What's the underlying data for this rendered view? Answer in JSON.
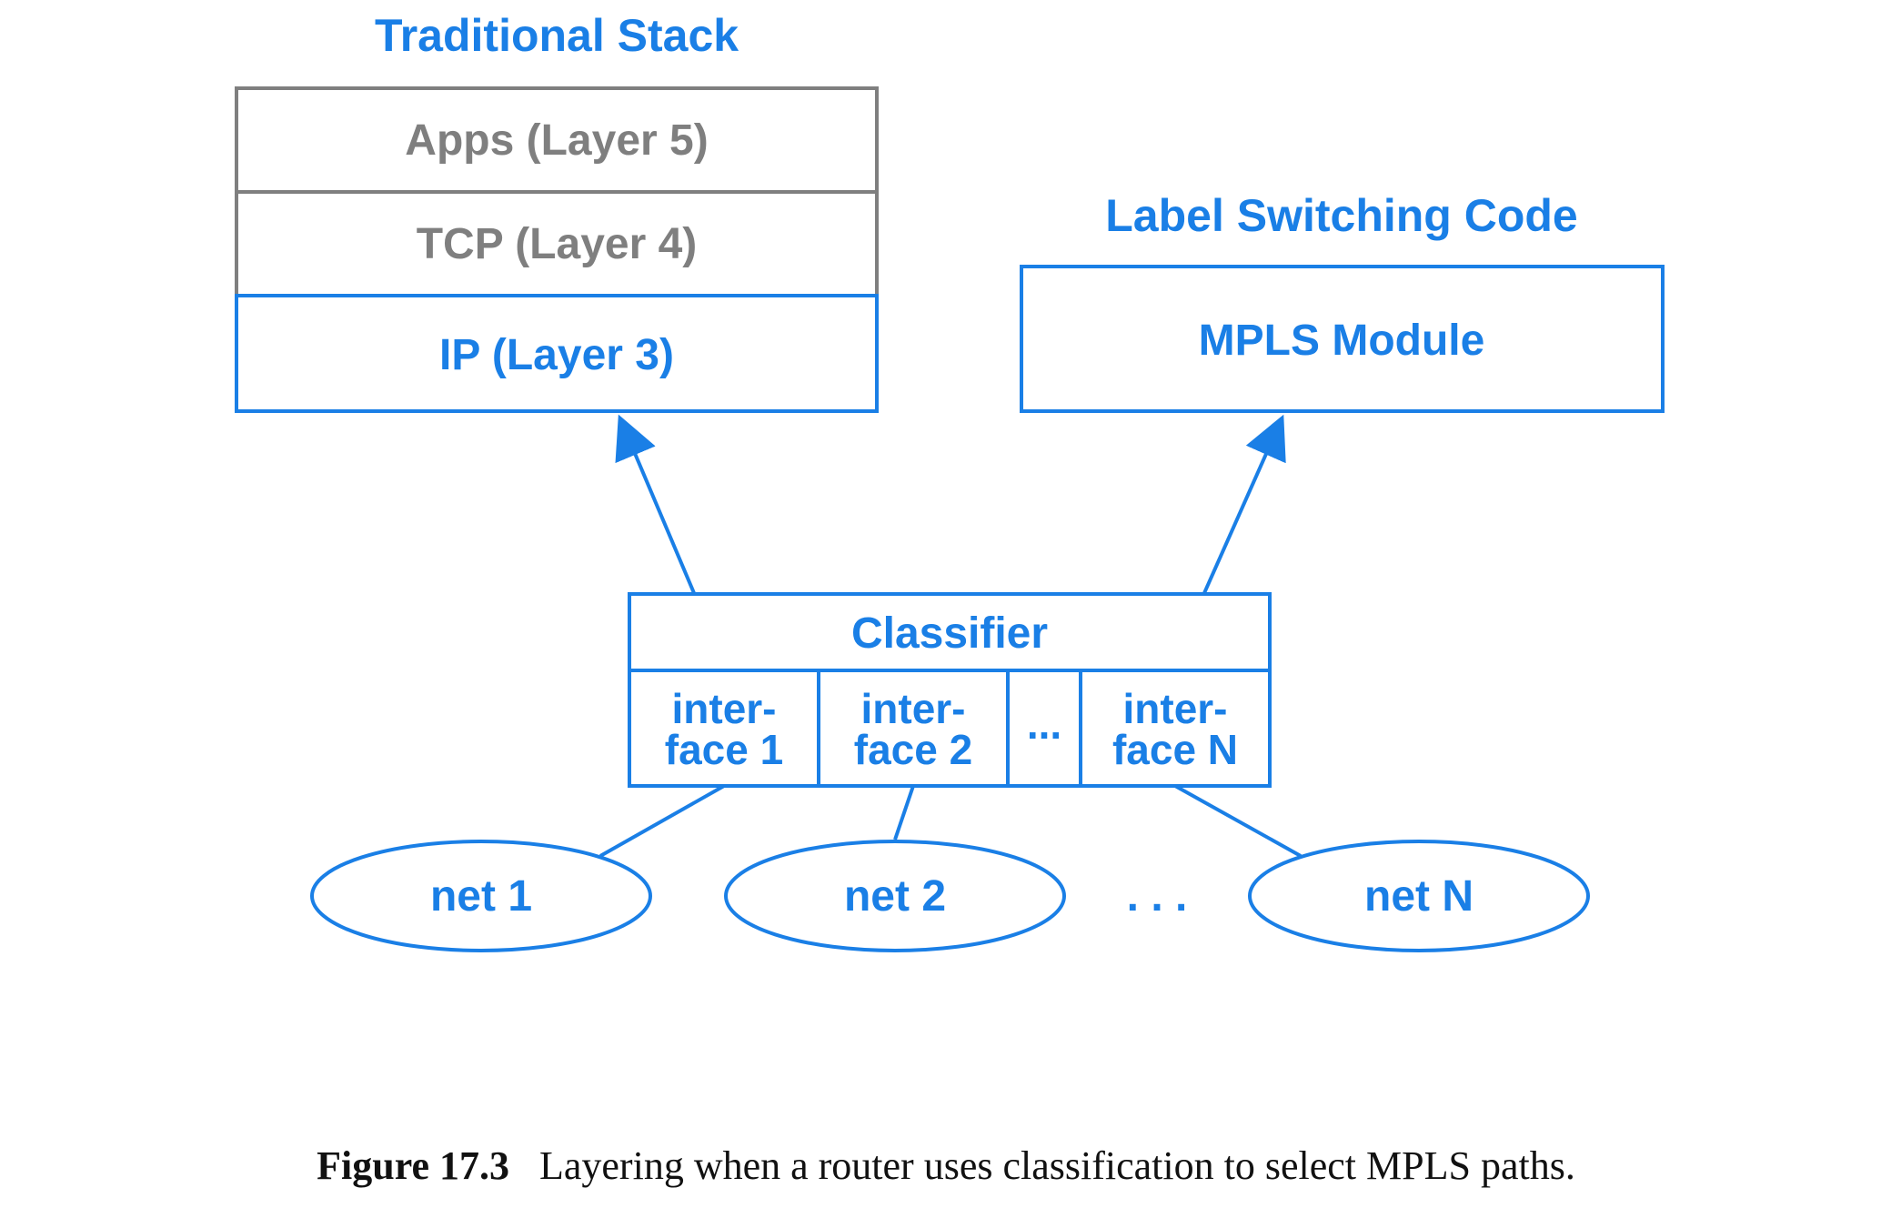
{
  "traditional_stack": {
    "title": "Traditional Stack",
    "layers": [
      "Apps (Layer 5)",
      "TCP (Layer 4)",
      "IP (Layer 3)"
    ]
  },
  "label_switching": {
    "title": "Label Switching Code",
    "module": "MPLS Module"
  },
  "classifier": {
    "label": "Classifier",
    "interfaces": [
      {
        "line1": "inter-",
        "line2": "face 1"
      },
      {
        "line1": "inter-",
        "line2": "face 2"
      },
      {
        "line1": "inter-",
        "line2": "face N"
      }
    ],
    "ellipsis": "..."
  },
  "networks": [
    "net 1",
    "net 2",
    "net N"
  ],
  "networks_ellipsis": ". . .",
  "caption": {
    "figure": "Figure 17.3",
    "text": "Layering when a router uses classification to select MPLS paths."
  },
  "colors": {
    "accent": "#1a7fe6",
    "inactive": "#7f7f7f"
  }
}
